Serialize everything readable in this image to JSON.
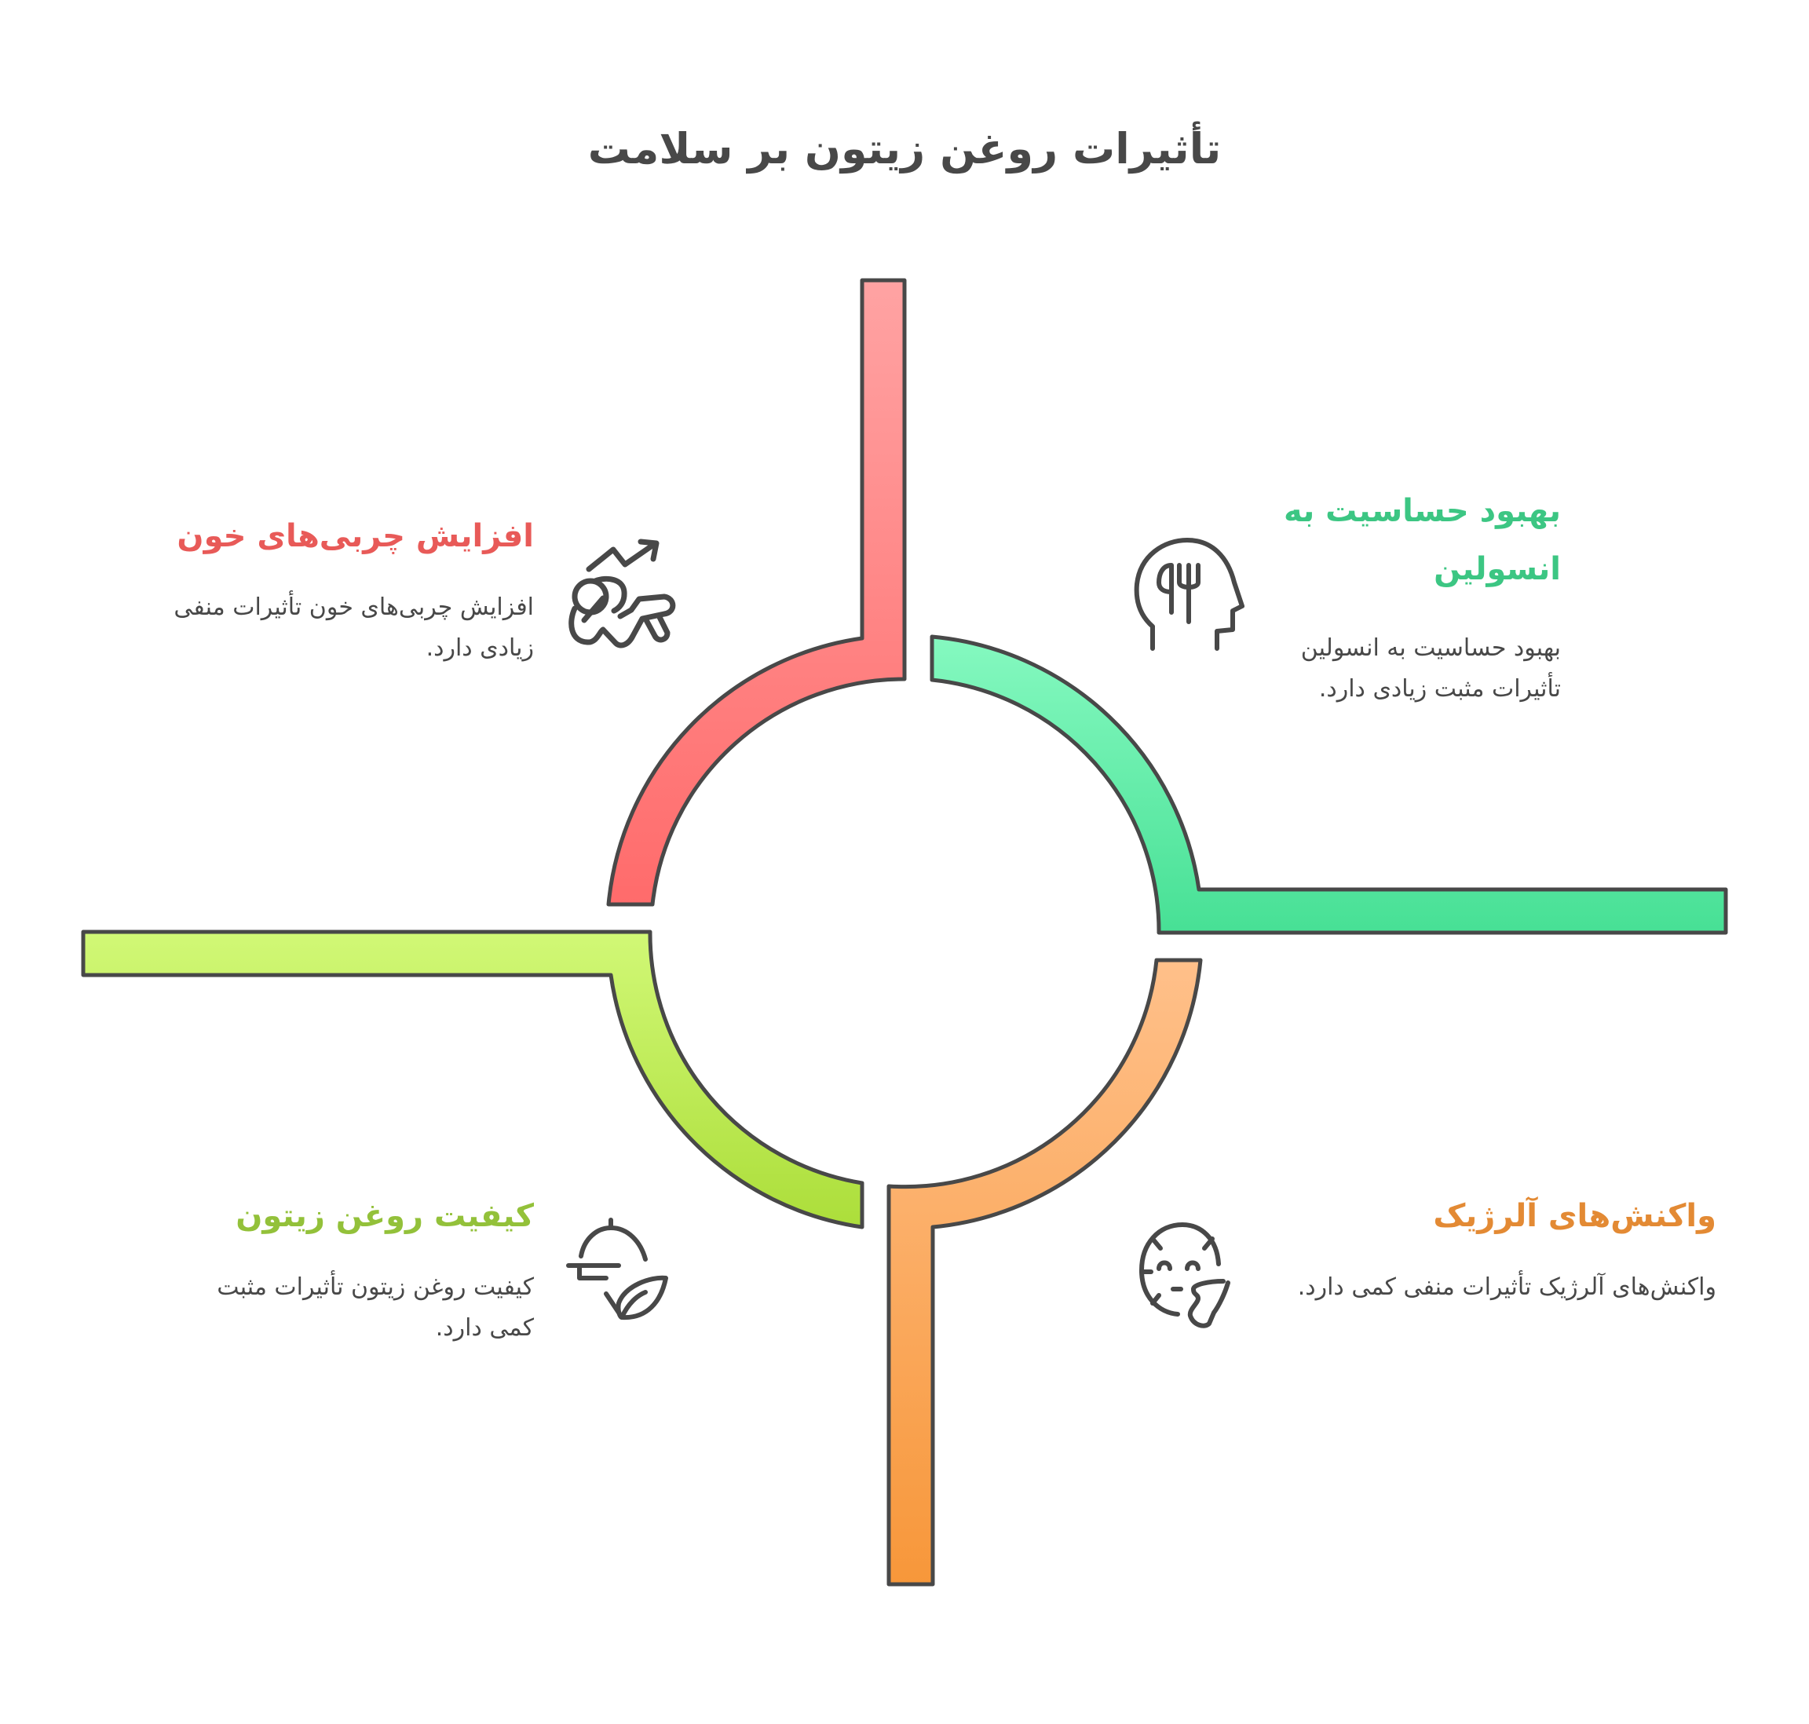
{
  "title": "تأثیرات روغن زیتون بر سلامت",
  "colors": {
    "stroke": "#484848",
    "text": "#484848"
  },
  "items": [
    {
      "id": "blood-lipids",
      "heading": "افزایش چربی‌های خون",
      "description": "افزایش چربی‌های خون تأثیرات منفی زیادی دارد.",
      "icon": "trending-up-person-icon",
      "accent": "#E85A58",
      "gradient": [
        "#FFA3A3",
        "#FF6B6B"
      ],
      "position": "top-left"
    },
    {
      "id": "insulin-sensitivity",
      "heading": "بهبود حساسیت به انسولین",
      "description": "بهبود حساسیت به انسولین تأثیرات مثبت زیادی دارد.",
      "icon": "head-with-fork-icon",
      "accent": "#3CC683",
      "gradient": [
        "#85F9C0",
        "#47E095"
      ],
      "position": "top-right"
    },
    {
      "id": "oil-quality",
      "heading": "کیفیت روغن زیتون",
      "description": "کیفیت روغن زیتون تأثیرات مثبت کمی دارد.",
      "icon": "food-cloche-leaf-icon",
      "accent": "#93C13A",
      "gradient": [
        "#D1F876",
        "#ACDE3A"
      ],
      "position": "bottom-left"
    },
    {
      "id": "allergic-reactions",
      "heading": "واکنش‌های آلرژیک",
      "description": "واکنش‌های آلرژیک تأثیرات منفی کمی دارد.",
      "icon": "allergic-face-icon",
      "accent": "#E38A34",
      "gradient": [
        "#FFC08A",
        "#F7973A"
      ],
      "position": "bottom-right"
    }
  ]
}
